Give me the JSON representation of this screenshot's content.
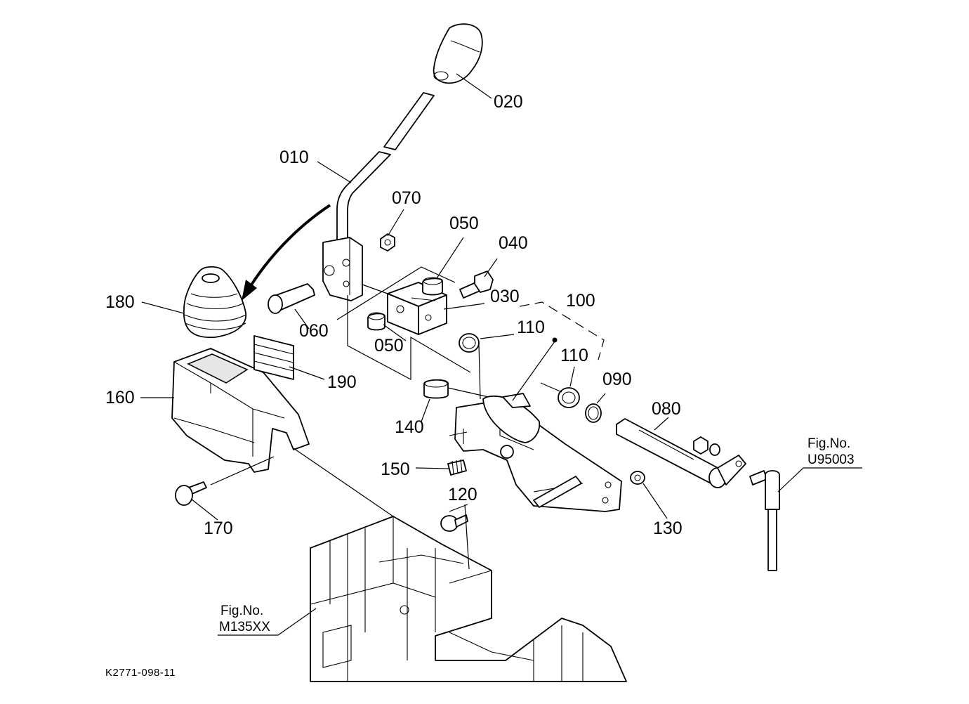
{
  "parts": {
    "p010": "010",
    "p020": "020",
    "p030": "030",
    "p040": "040",
    "p050a": "050",
    "p050b": "050",
    "p060": "060",
    "p070": "070",
    "p080": "080",
    "p090": "090",
    "p100": "100",
    "p110a": "110",
    "p110b": "110",
    "p120": "120",
    "p130": "130",
    "p140": "140",
    "p150": "150",
    "p160": "160",
    "p170": "170",
    "p180": "180",
    "p190": "190"
  },
  "references": {
    "fig_u_label": "Fig.No.",
    "fig_u_number": "U95003",
    "fig_m_label": "Fig.No.",
    "fig_m_number": "M135XX"
  },
  "drawing_code": "K2771-098-11"
}
